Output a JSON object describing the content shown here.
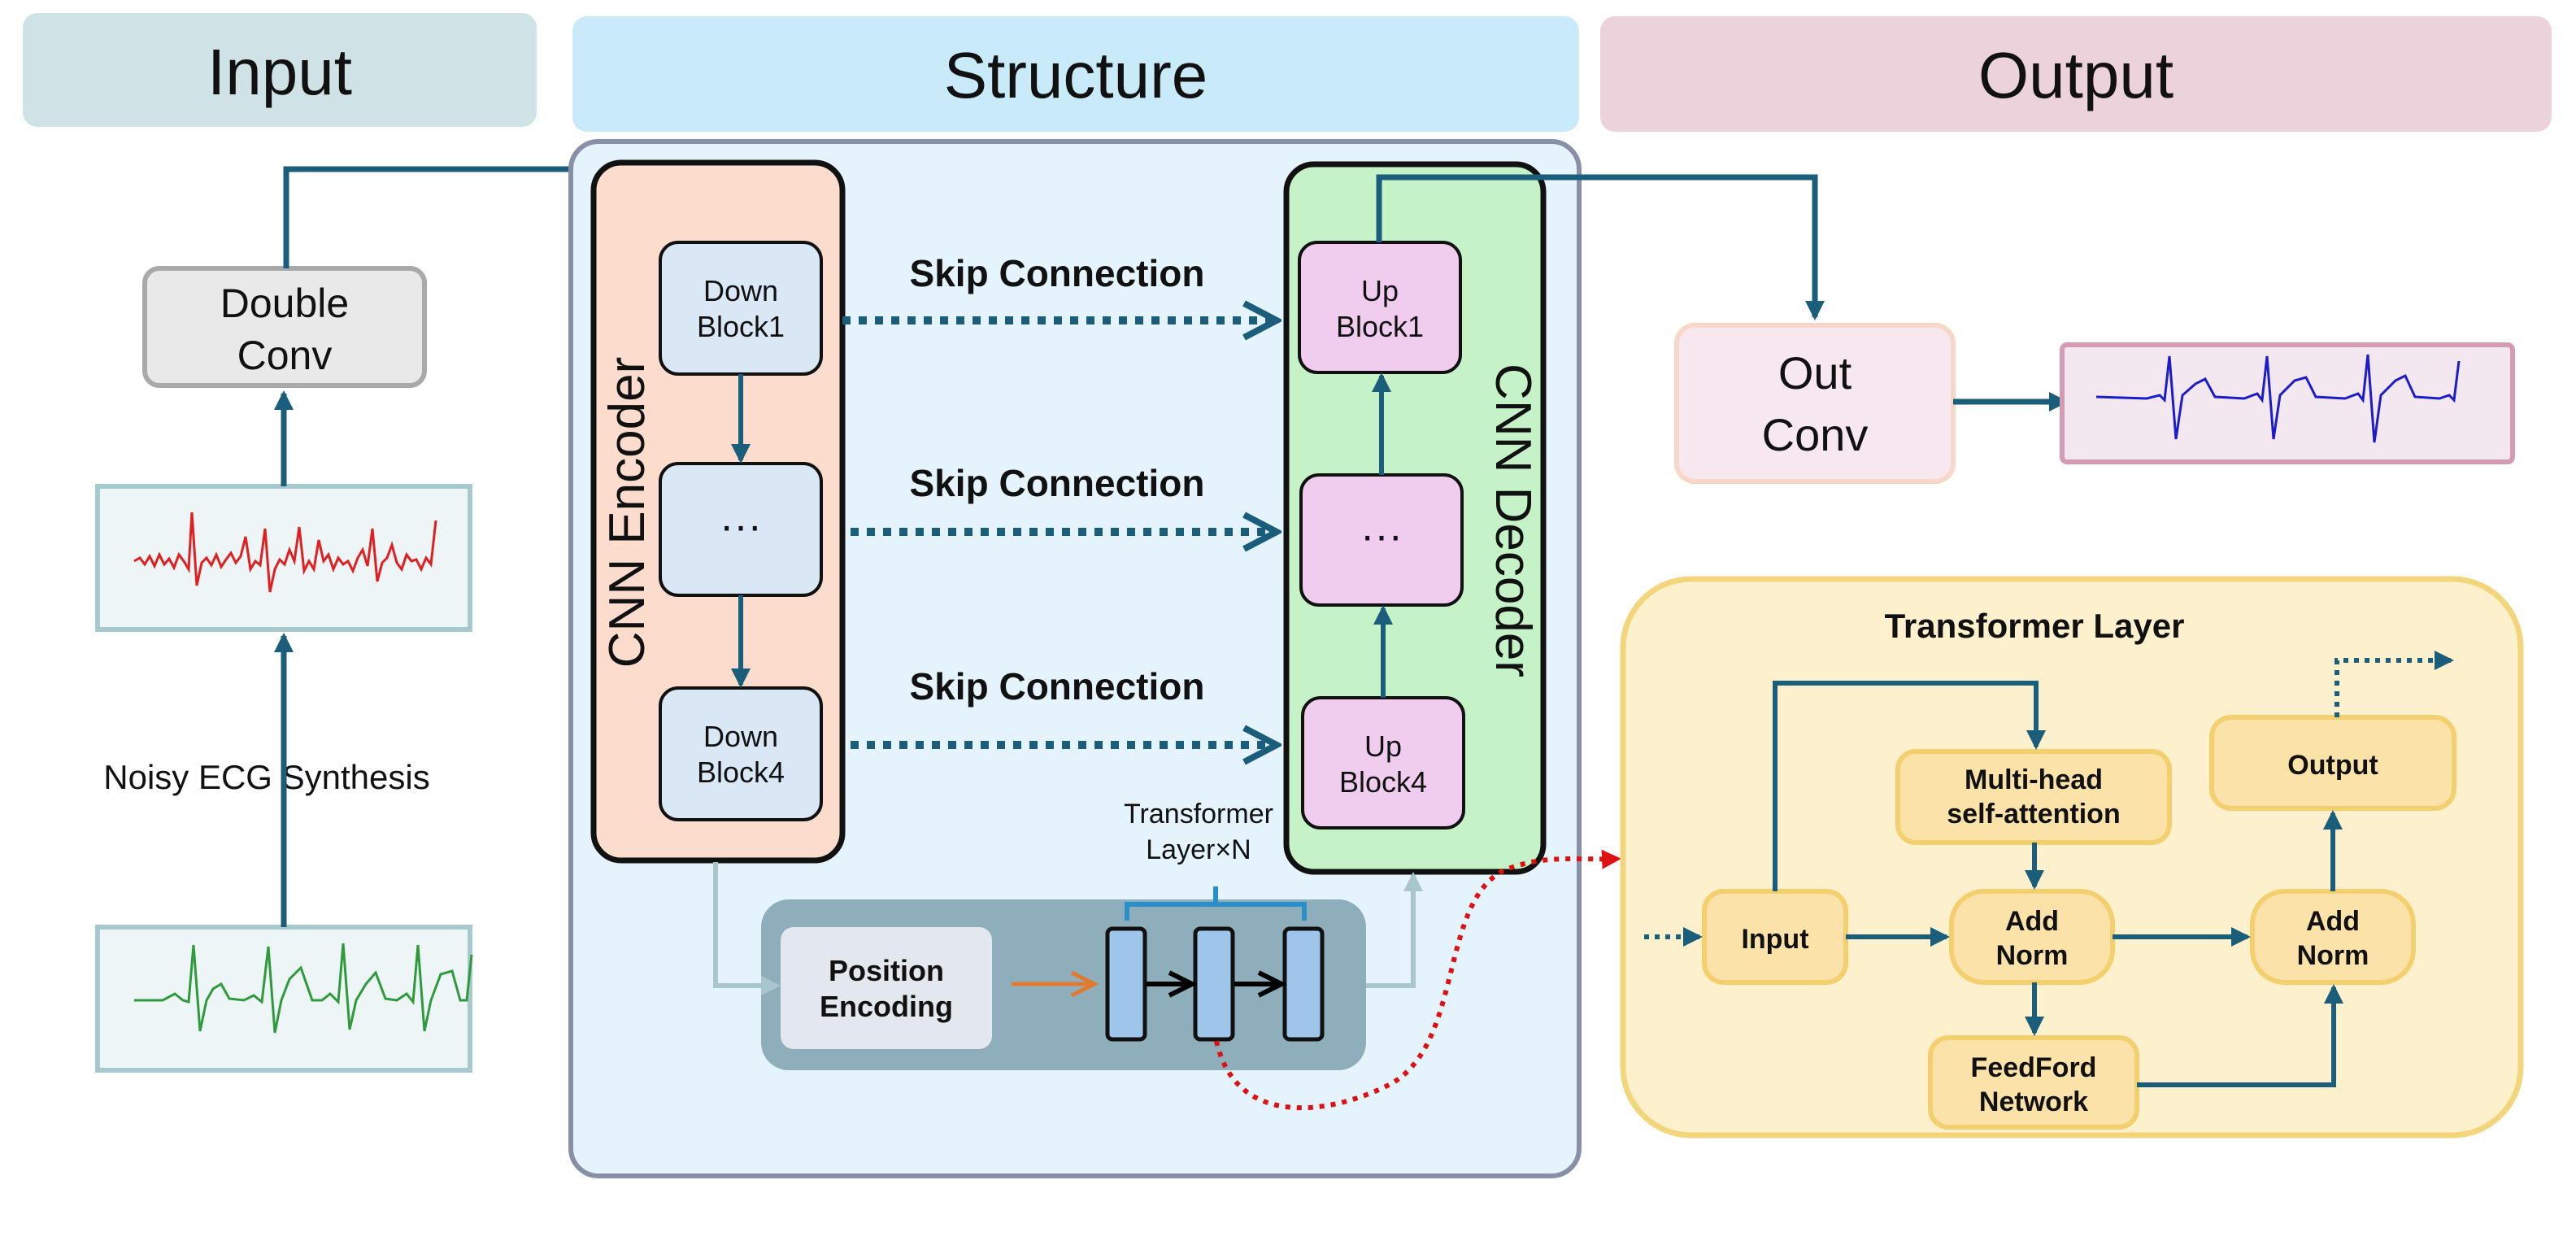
{
  "headers": {
    "input": "Input",
    "structure": "Structure",
    "output": "Output"
  },
  "input_col": {
    "double_conv": [
      "Double",
      "Conv"
    ],
    "noisy_label": "Noisy ECG Synthesis"
  },
  "encoder": {
    "title": "CNN Encoder",
    "block_top": [
      "Down",
      "Block1"
    ],
    "block_mid": "···",
    "block_bottom": [
      "Down",
      "Block4"
    ]
  },
  "decoder": {
    "title": "CNN Decoder",
    "block_top": [
      "Up",
      "Block1"
    ],
    "block_mid": "···",
    "block_bottom": [
      "Up",
      "Block4"
    ]
  },
  "skip_connections": [
    "Skip Connection",
    "Skip Connection",
    "Skip Connection"
  ],
  "bottleneck": {
    "transformer_label": [
      "Transformer",
      "Layer×N"
    ],
    "position_encoding": [
      "Position",
      "Encoding"
    ]
  },
  "output_col": {
    "out_conv": [
      "Out",
      "Conv"
    ]
  },
  "transformer_layer": {
    "title": "Transformer Layer",
    "input": "Input",
    "attention": [
      "Multi-head",
      "self-attention"
    ],
    "add_norm_1": [
      "Add",
      "Norm"
    ],
    "feedforward": [
      "FeedFord",
      "Network"
    ],
    "add_norm_2": [
      "Add",
      "Norm"
    ],
    "output": "Output"
  },
  "colors": {
    "arrow": "#1b5e7b",
    "input_header": "#cfe2e6",
    "structure_header": "#c9ebf9",
    "output_header": "#ecd3db",
    "encoder_fill": "#fbdccd",
    "decoder_fill": "#c5f2c7",
    "down_block": "#dae8f5",
    "up_block": "#f0cdee",
    "transformer_panel": "#fdf0cc",
    "transformer_node": "#fbe2a9",
    "noisy_signal": "#e02020",
    "clean_signal": "#2f9a3c",
    "output_signal": "#1c1ccc",
    "red_dotted": "#dd1111"
  }
}
